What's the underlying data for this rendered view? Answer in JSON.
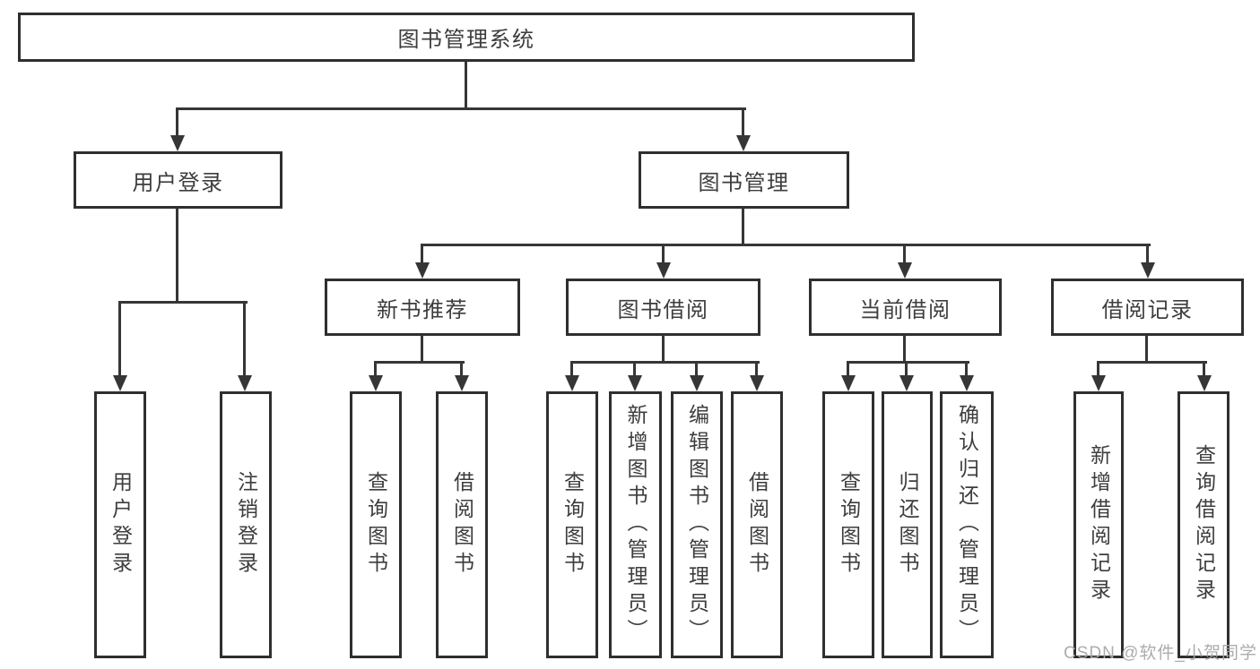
{
  "title": {
    "label": "图书管理系统"
  },
  "branches": {
    "user": {
      "label": "用户登录",
      "children": [
        {
          "label": "用户登录"
        },
        {
          "label": "注销登录"
        }
      ]
    },
    "book": {
      "label": "图书管理",
      "groups": [
        {
          "label": "新书推荐",
          "children": [
            {
              "label": "查询图书"
            },
            {
              "label": "借阅图书"
            }
          ]
        },
        {
          "label": "图书借阅",
          "children": [
            {
              "label": "查询图书"
            },
            {
              "label": "新增图书（管理员）"
            },
            {
              "label": "编辑图书（管理员）"
            },
            {
              "label": "借阅图书"
            }
          ]
        },
        {
          "label": "当前借阅",
          "children": [
            {
              "label": "查询图书"
            },
            {
              "label": "归还图书"
            },
            {
              "label": "确认归还（管理员）"
            }
          ]
        },
        {
          "label": "借阅记录",
          "children": [
            {
              "label": "新增借阅记录"
            },
            {
              "label": "查询借阅记录"
            }
          ]
        }
      ]
    }
  },
  "watermark": {
    "text": "CSDN @软件_小贺同学"
  },
  "colors": {
    "line": "#363636",
    "box_border": "#2f2f2f",
    "text": "#3d3d3d",
    "watermark": "#a8a8a8",
    "background": "#ffffff"
  }
}
